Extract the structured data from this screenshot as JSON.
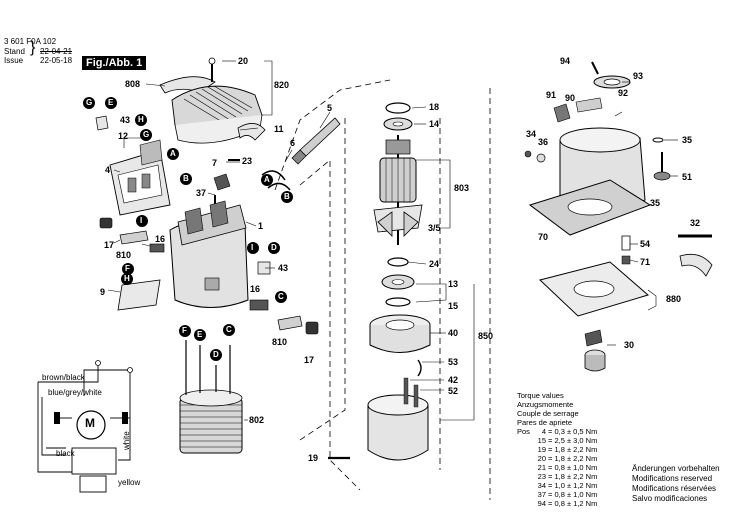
{
  "header": {
    "doc_number": "3 601 F0A 102",
    "stand_label": "Stand",
    "issue_label": "Issue",
    "stand_date_old": "22-04-21",
    "issue_date": "22-05-18",
    "figure_label": "Fig./Abb. 1"
  },
  "part_numbers": {
    "p808": "808",
    "p20": "20",
    "p820": "820",
    "p43a": "43",
    "p11": "11",
    "p5": "5",
    "p6": "6",
    "p12": "12",
    "p4": "4",
    "p7": "7",
    "p23": "23",
    "p37": "37",
    "p1": "1",
    "p17a": "17",
    "p810a": "810",
    "p16a": "16",
    "p9": "9",
    "p43b": "43",
    "p16b": "16",
    "p810b": "810",
    "p17b": "17",
    "p802": "802",
    "p19": "19",
    "p18": "18",
    "p14": "14",
    "p803": "803",
    "p35": "3/5",
    "p24": "24",
    "p13": "13",
    "p15": "15",
    "p40": "40",
    "p850": "850",
    "p53": "53",
    "p42": "42",
    "p52": "52",
    "p94": "94",
    "p93": "93",
    "p91": "91",
    "p90": "90",
    "p92": "92",
    "p34": "34",
    "p36": "36",
    "p35b": "35",
    "p51": "51",
    "p35c": "35",
    "p32": "32",
    "p70": "70",
    "p54": "54",
    "p71": "71",
    "p880": "880",
    "p30": "30"
  },
  "letter_badges": {
    "G": "G",
    "E": "E",
    "H": "H",
    "A": "A",
    "B": "B",
    "I": "I",
    "F": "F",
    "C": "C",
    "D": "D"
  },
  "wiring": {
    "brown_black": "brown/black",
    "blue_grey_white": "blue/grey/white",
    "motor": "M",
    "black": "black",
    "white": "white",
    "yellow": "yellow"
  },
  "torque": {
    "title_lines": [
      "Torque values",
      "Anzugsmomente",
      "Couple de serrage",
      "Pares de apriete"
    ],
    "pos_label": "Pos",
    "rows": [
      {
        "pos": "4",
        "val": "= 0,3 ± 0,5 Nm"
      },
      {
        "pos": "15",
        "val": "= 2,5 ± 3,0 Nm"
      },
      {
        "pos": "19",
        "val": "= 1,8 ± 2,2 Nm"
      },
      {
        "pos": "20",
        "val": "= 1,8 ± 2,2 Nm"
      },
      {
        "pos": "21",
        "val": "= 0,8 ± 1,0 Nm"
      },
      {
        "pos": "23",
        "val": "= 1,8 ± 2,2 Nm"
      },
      {
        "pos": "34",
        "val": "= 1,0 ± 1,2 Nm"
      },
      {
        "pos": "37",
        "val": "= 0,8 ± 1,0 Nm"
      },
      {
        "pos": "94",
        "val": "= 0,8 ± 1,2 Nm"
      }
    ]
  },
  "notes": [
    "Änderungen vorbehalten",
    "Modifications reserved",
    "Modifications réservées",
    "Salvo modificaciones"
  ],
  "colors": {
    "ink": "#000000",
    "badge_fill": "#000000",
    "badge_text": "#ffffff",
    "part_fill": "#e6e6e6",
    "part_dark": "#555555"
  }
}
